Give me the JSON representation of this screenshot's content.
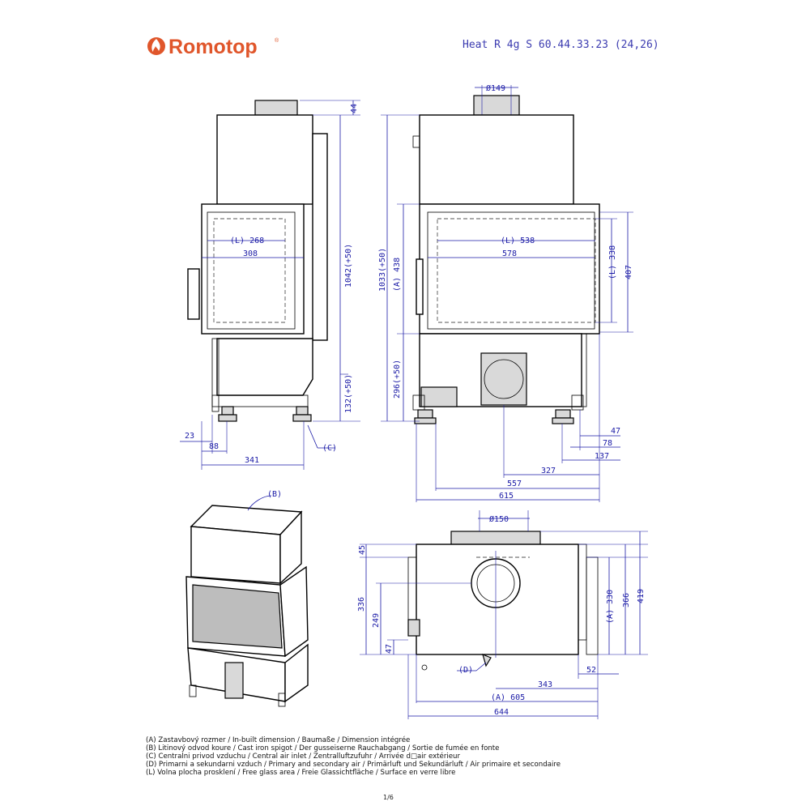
{
  "header": {
    "brand": "Romotop",
    "brand_mark": "®",
    "model": "Heat R 4g S 60.44.33.23 (24,26)"
  },
  "colors": {
    "brand_orange": "#e0562b",
    "dimension_blue": "#1a1aa6",
    "line_black": "#000000"
  },
  "icons": {
    "logo": "flame-circle-icon"
  },
  "side_view": {
    "dims": {
      "glass_width": "(L) 268",
      "opening_width": "308",
      "top_offset": "44",
      "total_height": "1042(+50)",
      "lower_height": "132(+50)",
      "leg_offset": "23",
      "leg_spacing": "88",
      "depth": "341"
    },
    "callout_c": "(C)"
  },
  "front_view": {
    "dims": {
      "flue_diameter": "Ø149",
      "glass_width": "(L) 538",
      "opening_width": "578",
      "glass_height": "(L) 338",
      "opening_height": "407",
      "installed_height": "(A) 438",
      "total_height": "1033(+50)",
      "base_height": "296(+50)",
      "leg_a": "47",
      "leg_b": "78",
      "leg_c": "137",
      "inlet_offset": "327",
      "width_inner": "557",
      "width_total": "615"
    }
  },
  "iso_view": {
    "callout_b": "(B)"
  },
  "top_view": {
    "dims": {
      "flue_diameter": "Ø150",
      "top_offset": "45",
      "depth_total": "336",
      "flue_center": "249",
      "rear_offset": "47",
      "installed_depth": "(A) 330",
      "depth_mid": "366",
      "depth_max": "419",
      "side_offset": "52",
      "flue_x": "343",
      "installed_width": "(A) 605",
      "total_width": "644"
    },
    "callout_d": "(D)"
  },
  "legend": [
    "(A)   Zastavbový rozmer / In-built dimension / Baumaße / Dimension intégrée",
    "(B)   Litinový odvod koure / Cast iron spigot / Der gusseiserne Rauchabgang / Sortie de fumée en fonte",
    "(C)   Centralni privod vzduchu / Central air inlet / Zentralluftzufuhr / Arrivée d□air extérieur",
    "(D)   Primarni a sekundarni vzduch / Primary and secondary air / Primärluft und Sekundärluft / Air primaire et secondaire",
    "(L)   Volna plocha prosklení / Free glass area / Freie Glassichtfläche / Surface en verre libre"
  ],
  "page_number": "1/6"
}
